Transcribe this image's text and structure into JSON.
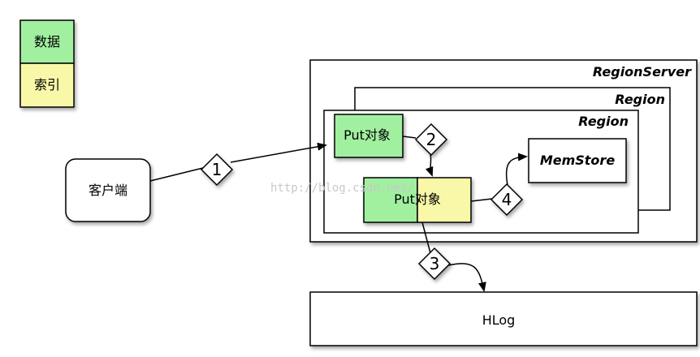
{
  "legend": {
    "data_label": "数据",
    "index_label": "索引",
    "data_color": "#a0f0a0",
    "index_color": "#f8f8a8"
  },
  "client": {
    "label": "客户端"
  },
  "region_server": {
    "title": "RegionServer"
  },
  "region_back": {
    "title": "Region"
  },
  "region_front": {
    "title": "Region"
  },
  "put_object_small": {
    "label": "Put对象"
  },
  "put_object_large": {
    "label": "Put对象"
  },
  "memstore": {
    "label": "MemStore"
  },
  "hlog": {
    "label": "HLog"
  },
  "steps": {
    "s1": "1",
    "s2": "2",
    "s3": "3",
    "s4": "4"
  },
  "watermark": "http://blog.csdn.net/"
}
